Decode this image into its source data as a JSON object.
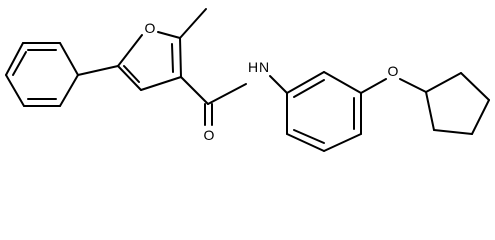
{
  "molecule": {
    "atoms": {
      "furan_oxygen": "O",
      "carbonyl_oxygen": "O",
      "amide_nitrogen": "N",
      "amide_hydrogen": "H",
      "ether_oxygen": "O"
    }
  }
}
